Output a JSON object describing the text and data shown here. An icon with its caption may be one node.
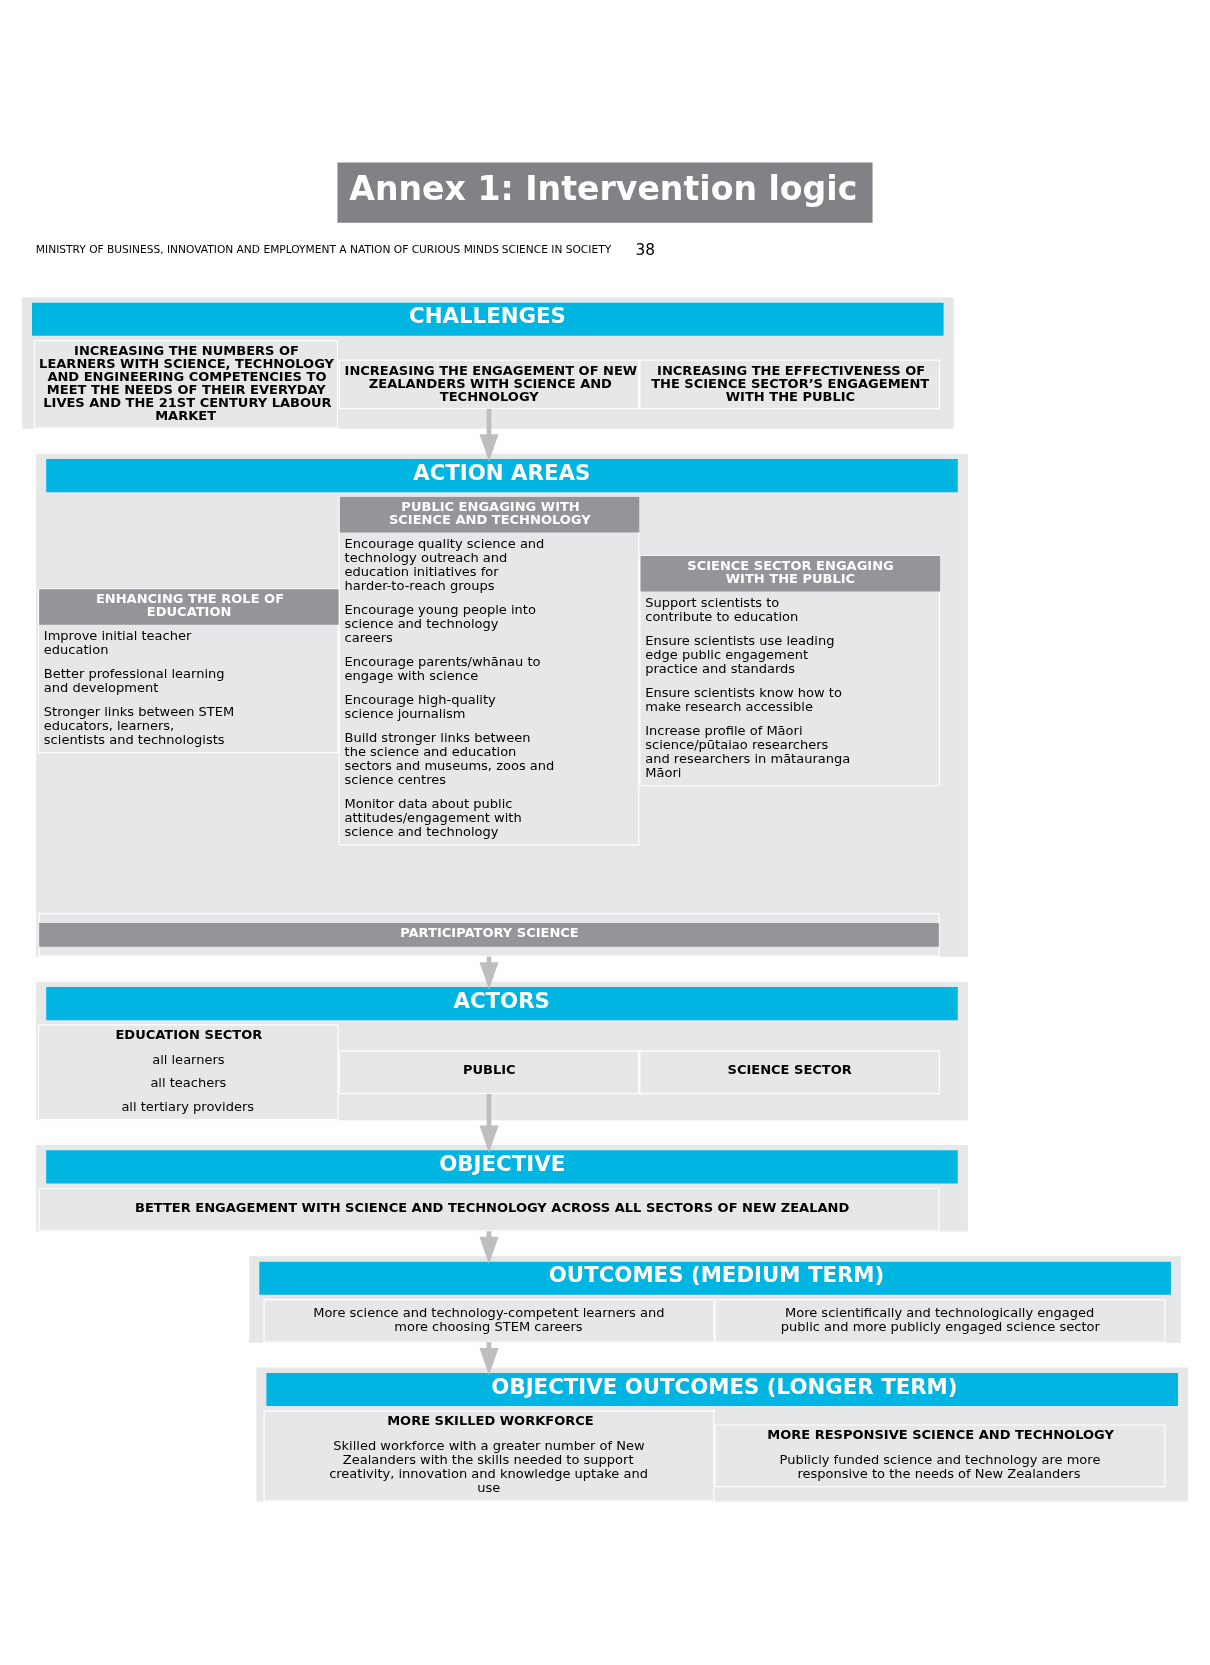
{
  "diagram": {
    "title": "Annex 1: Intervention logic",
    "nodes": [
      {
        "text": [
          "CHALLENGES"
        ]
      },
      {
        "text": [
          "INCREASING THE NUMBERS OF LEARNERS WITH SCIENCE, TECHNOLOGY AND ENGINEERING COMPETENCIES TO MEET THE NEEDS OF THEIR EVERYDAY LIVES AND THE 21ST CENTURY LABOUR MARKET"
        ],
        "in": 0
      },
      {
        "text": [
          "INCREASING THE ENGAGEMENT OF NEW ZEALANDERS WITH SCIENCE AND TECHNOLOGY"
        ],
        "in": 0
      },
      {
        "text": [
          "INCREASING THE EFFECTIVENESS OF THE SCIENCE SECTOR’S ENGAGEMENT WITH THE PUBLIC"
        ],
        "in": 0
      },
      {
        "text": [
          "ACTION AREAS"
        ]
      },
      {
        "text": [
          "ENHANCING THE ROLE OF EDUCATION",
          "Improve initial teacher education",
          "Better professional learning and development",
          "Stronger links between STEM educators, learners, scientists and technologists"
        ],
        "in": 4
      },
      {
        "text": [
          "PUBLIC ENGAGING WITH SCIENCE AND TECHNOLOGY",
          "Encourage quality science and technology outreach and education initiatives for harder-to-reach groups",
          "Encourage young people into science and technology careers",
          "Encourage parents/whānau to engage with science",
          "Encourage high-quality science journalism",
          "Build stronger links between the science and education sectors and museums, zoos and science centres",
          "Monitor data about public attitudes/engagement with science and technology"
        ],
        "in": 4
      },
      {
        "text": [
          "SCIENCE SECTOR ENGAGING WITH THE PUBLIC",
          "Support scientists to contribute to education",
          "Ensure scientists use leading edge public engagement practice and standards",
          "Ensure scientists know how to make research accessible",
          "Increase profile of Māori science/pūtaiao researchers and researchers in mātauranga Māori"
        ],
        "in": 4
      },
      {
        "text": [
          "PARTICIPATORY SCIENCE"
        ],
        "in": 4
      },
      {
        "text": [
          "ACTORS"
        ]
      },
      {
        "text": [
          "EDUCATION SECTOR",
          "all learners",
          "all teachers",
          "all tertiary providers"
        ],
        "in": 9
      },
      {
        "text": [
          "PUBLIC"
        ],
        "in": 9
      },
      {
        "text": [
          "SCIENCE SECTOR"
        ],
        "in": 9
      },
      {
        "text": [
          "OBJECTIVE"
        ]
      },
      {
        "text": [
          "BETTER ENGAGEMENT WITH SCIENCE AND TECHNOLOGY ACROSS ALL SECTORS OF NEW ZEALAND"
        ],
        "in": 13
      },
      {
        "text": [
          "OUTCOMES (MEDIUM TERM)"
        ]
      },
      {
        "text": [
          "More science and technology-competent learners and more choosing STEM careers"
        ],
        "in": 15
      },
      {
        "text": [
          "More scientifically and technologically engaged public and more publicly engaged science sector"
        ],
        "in": 15
      },
      {
        "text": [
          "OBJECTIVE OUTCOMES (LONGER TERM)"
        ]
      },
      {
        "text": [
          "MORE SKILLED WORKFORCE",
          "Skilled workforce with a greater number of New Zealanders with the skills needed to support creativity, innovation and knowledge uptake and use"
        ],
        "in": 18
      },
      {
        "text": [
          "MORE RESPONSIVE SCIENCE AND TECHNOLOGY",
          "Publicly funded science and technology are more responsive to the needs of New Zealanders"
        ],
        "in": 18
      }
    ],
    "edges": [
      {
        "from": 0,
        "to": 4,
        "arrow": "to"
      },
      {
        "from": 4,
        "to": 9,
        "arrow": "to"
      },
      {
        "from": 9,
        "to": 13,
        "arrow": "to"
      },
      {
        "from": 13,
        "to": 15,
        "arrow": "to"
      },
      {
        "from": 15,
        "to": 18,
        "arrow": "to"
      }
    ],
    "labels": [
      "MINISTRY OF BUSINESS, INNOVATION AND EMPLOYMENT",
      "A NATION OF CURIOUS MINDS",
      "SCIENCE IN SOCIETY",
      "38"
    ]
  }
}
